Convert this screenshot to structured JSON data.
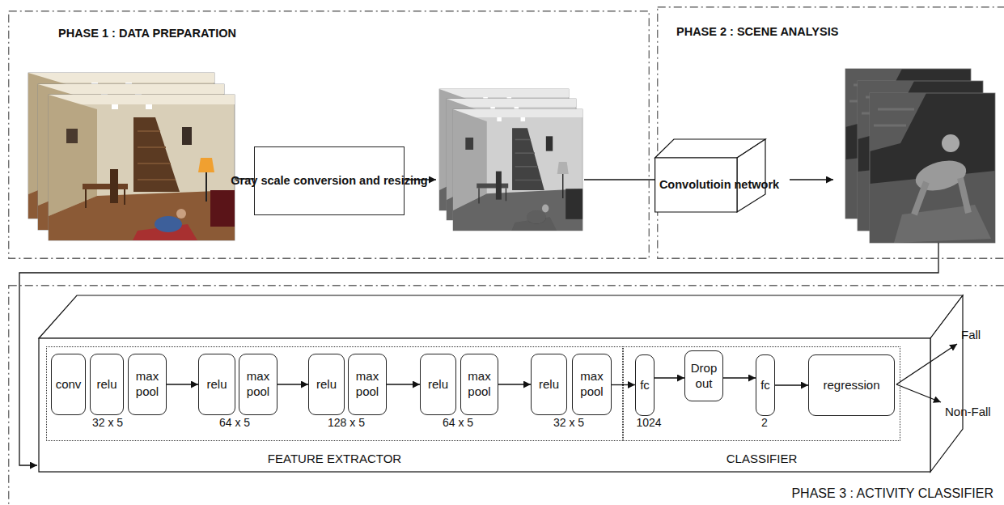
{
  "diagram": {
    "nodes": [
      {
        "text": [
          "PHASE 1 : DATA PREPARATION"
        ]
      },
      {
        "text": [
          "Gray scale conversion and resizing"
        ],
        "in": 0
      },
      {
        "text": [
          "PHASE 2 : SCENE ANALYSIS"
        ]
      },
      {
        "text": [
          "Convolutioin network"
        ],
        "in": 2
      },
      {
        "text": [
          "PHASE 3 : ACTIVITY CLASSIFIER"
        ]
      },
      {
        "text": [
          "FEATURE EXTRACTOR"
        ],
        "in": 4
      },
      {
        "text": [
          "conv"
        ],
        "in": 5
      },
      {
        "text": [
          "relu"
        ],
        "in": 5
      },
      {
        "text": [
          "max pool"
        ],
        "in": 5
      },
      {
        "text": [
          "relu"
        ],
        "in": 5
      },
      {
        "text": [
          "max pool"
        ],
        "in": 5
      },
      {
        "text": [
          "relu"
        ],
        "in": 5
      },
      {
        "text": [
          "max pool"
        ],
        "in": 5
      },
      {
        "text": [
          "relu"
        ],
        "in": 5
      },
      {
        "text": [
          "max pool"
        ],
        "in": 5
      },
      {
        "text": [
          "relu"
        ],
        "in": 5
      },
      {
        "text": [
          "max pool"
        ],
        "in": 5
      },
      {
        "text": [
          "CLASSIFIER"
        ],
        "in": 4
      },
      {
        "text": [
          "fc"
        ],
        "in": 17
      },
      {
        "text": [
          "Drop out"
        ],
        "in": 17
      },
      {
        "text": [
          "fc"
        ],
        "in": 17
      },
      {
        "text": [
          "regression"
        ],
        "in": 17
      }
    ],
    "edges": [
      {
        "from": 8,
        "to": 9,
        "arrow": "to"
      },
      {
        "from": 10,
        "to": 11,
        "arrow": "to"
      },
      {
        "from": 12,
        "to": 13,
        "arrow": "to"
      },
      {
        "from": 14,
        "to": 15,
        "arrow": "to"
      },
      {
        "from": 16,
        "to": 18,
        "arrow": "to"
      },
      {
        "from": 18,
        "to": 19,
        "arrow": "to"
      },
      {
        "from": 19,
        "to": 20,
        "arrow": "to"
      },
      {
        "from": 20,
        "to": 21,
        "arrow": "to"
      }
    ],
    "labels": [
      "32 x 5",
      "64 x 5",
      "128 x 5",
      "64 x 5",
      "32 x 5",
      "1024",
      "2",
      "Fall",
      "Non-Fall"
    ]
  }
}
